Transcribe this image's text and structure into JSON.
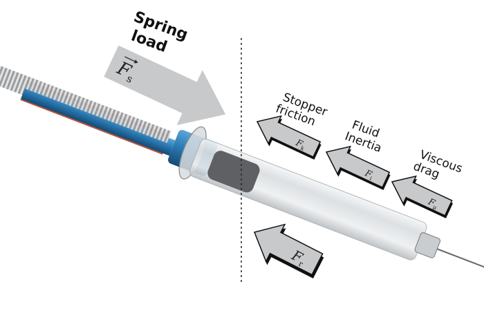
{
  "forces": {
    "spring": {
      "label_line1": "Spring",
      "label_line2": "load",
      "symbol": "F",
      "subscript": "s"
    },
    "stopper": {
      "label_line1": "Stopper",
      "label_line2": "friction",
      "symbol": "F",
      "subscript": "k"
    },
    "inertia": {
      "label_line1": "Fluid",
      "label_line2": "Inertia",
      "symbol": "F",
      "subscript": "i"
    },
    "viscous": {
      "label_line1": "Viscous",
      "label_line2": "drag",
      "symbol": "F",
      "subscript": "μ"
    },
    "resultant": {
      "symbol": "F",
      "subscript": "r"
    }
  },
  "colors": {
    "arrow_fill": "#c8c9cb",
    "arrow_shadow": "#111111",
    "sleeve": "#2f7fb8",
    "spring_red": "#b5543f",
    "barrel": "#dfe3e6"
  }
}
